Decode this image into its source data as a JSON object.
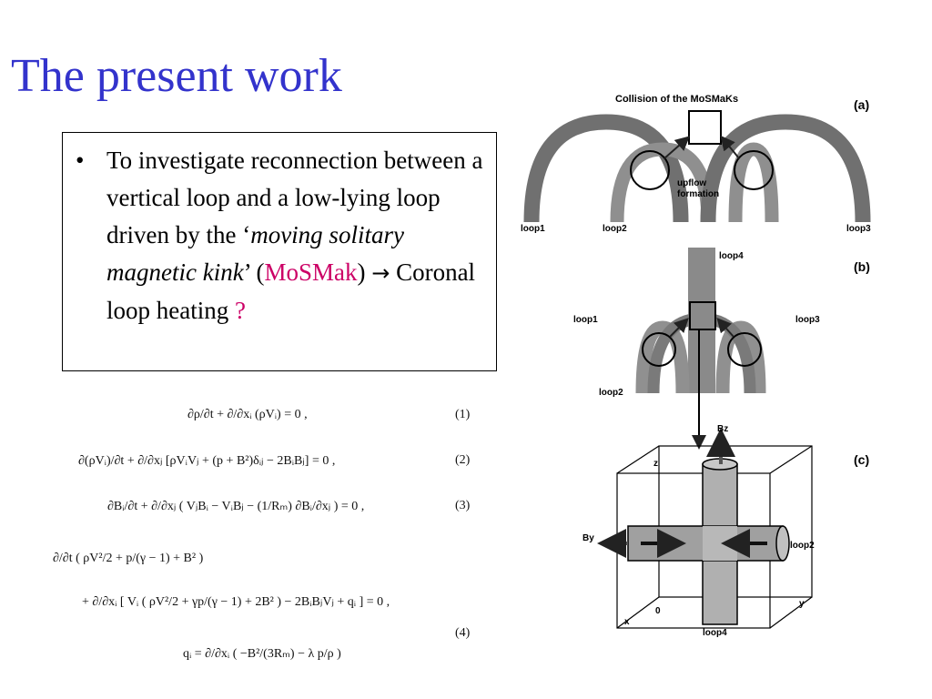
{
  "slide": {
    "title": "The present work",
    "bullet": {
      "part1": "To investigate reconnection between a vertical loop and a low-lying loop driven by the ‘",
      "italic": "moving solitary magnetic kink",
      "part2": "’ (",
      "acronym": "MoSMak",
      "part3": ") ",
      "arrow": "→",
      "part4": " Coronal loop heating ",
      "question": "?"
    },
    "colors": {
      "title": "#3333cc",
      "accent": "#cc0066"
    }
  },
  "equations": {
    "eq1": "∂ρ/∂t + ∂/∂xᵢ (ρVᵢ) = 0 ,",
    "eq2": "∂(ρVᵢ)/∂t + ∂/∂xⱼ [ρVᵢVⱼ + (p + B²)δᵢⱼ − 2BᵢBⱼ] = 0 ,",
    "eq3": "∂Bᵢ/∂t + ∂/∂xⱼ ( VⱼBᵢ − VᵢBⱼ − (1/Rₘ) ∂Bᵢ/∂xⱼ ) = 0 ,",
    "eq4a": "∂/∂t ( ρV²/2 + p/(γ − 1) + B² )",
    "eq4b": "+ ∂/∂xᵢ [ Vᵢ ( ρV²/2 + γp/(γ − 1) + 2B² ) − 2BᵢBⱼVⱼ + qᵢ ] = 0 ,",
    "eq4c": "qᵢ = ∂/∂xᵢ ( −B²/(3Rₘ) − λ p/ρ )",
    "num1": "(1)",
    "num2": "(2)",
    "num3": "(3)",
    "num4": "(4)"
  },
  "figure": {
    "panel_a": {
      "tag": "(a)",
      "caption": "Collision of the MoSMaKs",
      "upflow": "upflow",
      "formation": "formation",
      "loop1": "loop1",
      "loop2": "loop2",
      "loop3": "loop3"
    },
    "panel_b": {
      "tag": "(b)",
      "loop4": "loop4",
      "loop1": "loop1",
      "loop3": "loop3",
      "loop2": "loop2"
    },
    "panel_c": {
      "tag": "(c)",
      "bz": "Bz",
      "by": "By",
      "z": "z",
      "y": "y",
      "x": "x",
      "origin": "0",
      "loop2": "loop2",
      "loop4": "loop4"
    }
  }
}
